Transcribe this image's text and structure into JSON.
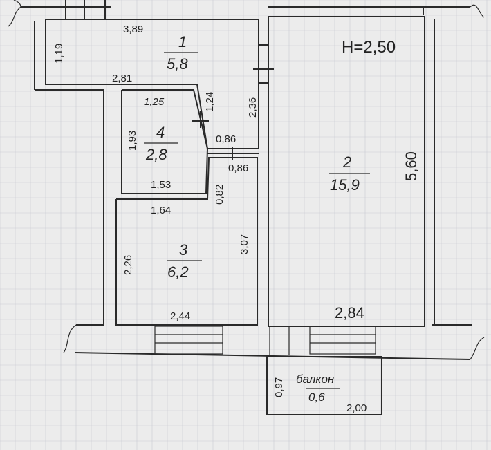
{
  "plan": {
    "height_label": "H=2,50",
    "rooms": {
      "r1": {
        "number": "1",
        "area": "5,8"
      },
      "r2": {
        "number": "2",
        "area": "15,9"
      },
      "r3": {
        "number": "3",
        "area": "6,2"
      },
      "r4": {
        "number": "4",
        "area": "2,8"
      },
      "balcony": {
        "name": "балкон",
        "area": "0,6"
      }
    },
    "dimensions": {
      "d389": "3,89",
      "d119": "1,19",
      "d281": "2,81",
      "d125": "1,25",
      "d124": "1,24",
      "d236": "2,36",
      "d193": "1,93",
      "d086a": "0,86",
      "d086b": "0,86",
      "d153": "1,53",
      "d082": "0,82",
      "d164": "1,64",
      "d307": "3,07",
      "d226": "2,26",
      "d244": "2,44",
      "d284": "2,84",
      "d560": "5,60",
      "d097": "0,97",
      "d200": "2,00"
    }
  }
}
